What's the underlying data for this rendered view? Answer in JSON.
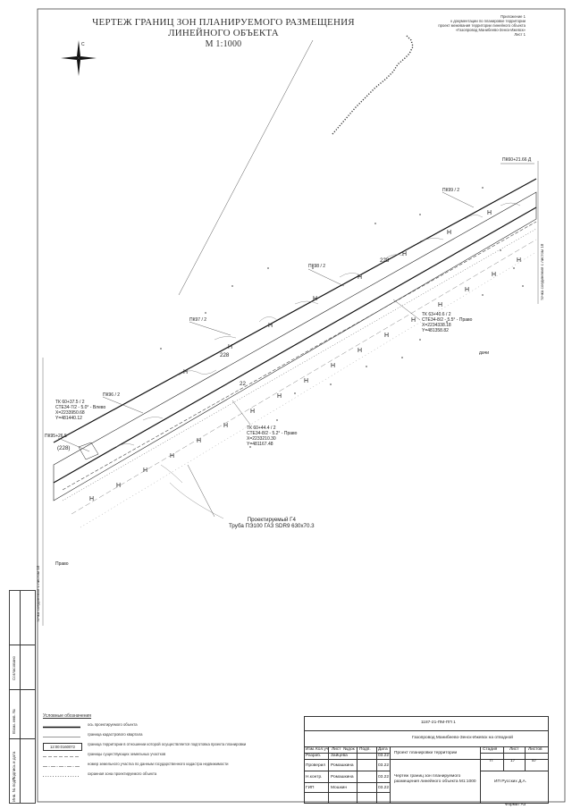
{
  "title": {
    "main": "ЧЕРТЕЖ ГРАНИЦ ЗОН ПЛАНИРУЕМОГО РАЗМЕЩЕНИЯ ЛИНЕЙНОГО ОБЪЕКТА",
    "scale": "М 1:1000"
  },
  "appendix_note": [
    "Приложение 1",
    "к документации по планировке территории",
    "проект межевания территории линейного объекта",
    "«Газопровод Манибеево-Зенск-Ижевск»",
    "Лист 1"
  ],
  "map_labels": {
    "pk_top_right": "ПК60+21.66 Д",
    "pk99": "ПК99 / 2",
    "pk98": "ПК98 / 2",
    "pk97": "ПК97 / 2",
    "pk96": "ПК96 / 2",
    "pk95": "ПК95+26.5",
    "num_228_a": "228",
    "num_228_b": "228",
    "num_228_c": "(228)",
    "num_22": "22",
    "tk_left": [
      "ТК 60+37.5 / 2",
      "СТЕ34-7/2 - 5.0° - Влево",
      "Х=2233950.68",
      "Y=481440.12"
    ],
    "tk_right": [
      "ТК 63+40.6 / 2",
      "СТЕ34-8/2 - 5.5° - Право",
      "Х=2234338.18",
      "Y=481358.82"
    ],
    "tk_center": [
      "ТК 60+44.4 / 2",
      "СТЕ34-8/2 - 5.2° - Право",
      "Х=2233210.30",
      "Y=481167.48"
    ],
    "pipe_1": "Проектируемый Г4",
    "pipe_2": "Труба ПЭ100 ГАЗ SDR9 630х70.3",
    "pravo": "Право",
    "small_a": "дачи",
    "edge_right": "точка соединения с листом 18",
    "edge_left": "точка соединения с листом 16"
  },
  "legend": {
    "title": "Условные обозначения",
    "rows": [
      {
        "sym": "thick-line",
        "text": "ось проектируемого объекта"
      },
      {
        "sym": "thin-line",
        "text": "граница кадастрового квартала"
      },
      {
        "sym": "box",
        "code": "12:00:0160072",
        "text": "граница территории в отношении которой осуществляется подготовка проекта планировки"
      },
      {
        "sym": "dash",
        "text": "границы существующих земельных участков"
      },
      {
        "sym": "dot-dash",
        "text": "номер земельного участка по данным государственного кадастра недвижимости"
      },
      {
        "sym": "dots",
        "text": "охранная зона проектируемого объекта"
      }
    ]
  },
  "title_block": {
    "code": "1187-21-ПМ-ПП 1",
    "object": "Газопровод Манибеево-Зенск-Ижевск на отводной",
    "stage_project": "Проект планировки территории",
    "sheet_title": [
      "Чертеж границ зон планируемого",
      "размещения линейного объекта М1:1000"
    ],
    "org": "ИП Русских Д.А.",
    "format": "Формат А3",
    "stage_label": "Стадия",
    "sheet_label": "Лист",
    "sheets_label": "Листов",
    "stage_value": "П",
    "sheet_value": "17",
    "sheets_value": "57",
    "columns": [
      "Изм.",
      "Кол.уч",
      "Лист",
      "№док",
      "Подп.",
      "Дата"
    ],
    "people": [
      {
        "role": "Разраб.",
        "name": "Зайцева",
        "date": "03.22"
      },
      {
        "role": "Проверил",
        "name": "Ромашкина",
        "date": "03.22"
      },
      {
        "role": "Н.контр.",
        "name": "Ромашкина",
        "date": "03.22"
      },
      {
        "role": "ГИП",
        "name": "Мошкин",
        "date": "03.22"
      }
    ]
  },
  "strip": {
    "labels": [
      "Взам. инв. №",
      "Подпись и дата",
      "Инв. № подл.",
      "Согласовано"
    ]
  }
}
